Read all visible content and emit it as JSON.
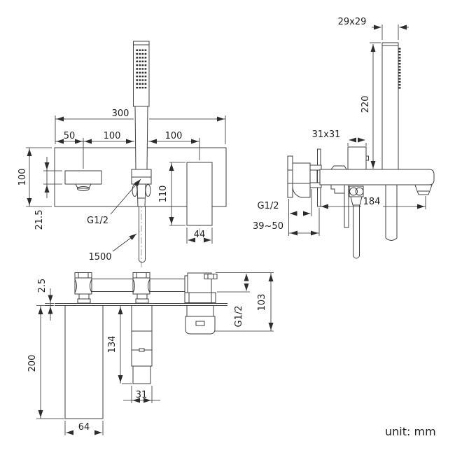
{
  "drawing": {
    "type": "technical-drawing",
    "subject": "wall-mounted bath shower mixer with hand shower, three orthographic views",
    "unit_note": "unit: mm",
    "line_color": "#3f3f3f",
    "labels": {
      "front": {
        "plate_width": "300",
        "spout_offset": "50",
        "spacing_a": "100",
        "spacing_b": "100",
        "plate_height": "100",
        "spout_height": "21.5",
        "handle_height": "110",
        "handle_width": "44",
        "hose_length": "1500",
        "thread": "G1/2"
      },
      "side": {
        "head_section": "29x29",
        "shower_length": "220",
        "block_section": "31x31",
        "spout_reach": "184",
        "thread": "G1/2",
        "wall_depth": "39~50"
      },
      "top": {
        "plate_thickness": "2.5",
        "spout_length": "200",
        "holder_length": "134",
        "holder_width": "31",
        "spout_width": "64",
        "body_depth": "103",
        "thread": "G1/2"
      }
    }
  }
}
